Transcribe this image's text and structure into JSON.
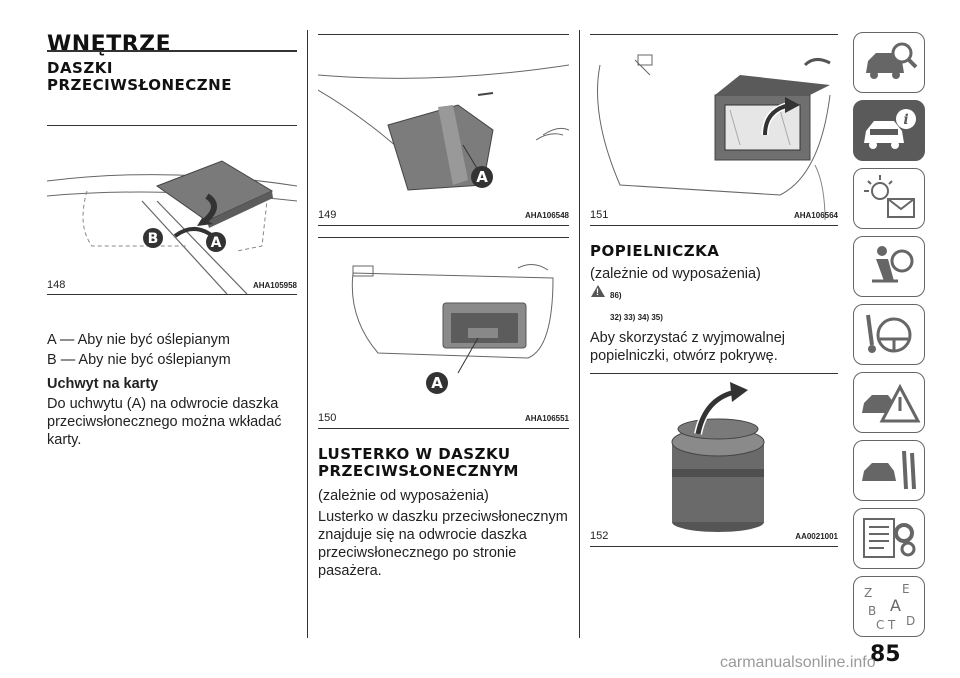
{
  "section_title": "WNĘTRZE",
  "col1": {
    "heading": "DASZKI PRZECIWSŁONECZNE",
    "fig": {
      "num": "148",
      "code": "AHA105958",
      "label_b": "B",
      "label_a": "A"
    },
    "line_a": "A — Aby nie być oślepianym",
    "line_b": "B — Aby nie być oślepianym",
    "subheading": "Uchwyt na karty",
    "para": [
      "Do uchwytu (A) na odwrocie daszka",
      "przeciwsłonecznego można wkładać",
      "karty."
    ]
  },
  "col2": {
    "fig1": {
      "num": "149",
      "code": "AHA106548",
      "label": "A"
    },
    "fig2": {
      "num": "150",
      "code": "AHA106551",
      "label": "A"
    },
    "heading_lines": [
      "LUSTERKO W DASZKU",
      "PRZECIWSŁONECZNYM"
    ],
    "note": "(zależnie od wyposażenia)",
    "para": [
      "Lusterko w daszku przeciwsłonecznym",
      "znajduje się na odwrocie daszka",
      "przeciwsłonecznego po stronie",
      "pasażera."
    ]
  },
  "col3": {
    "fig1": {
      "num": "151",
      "code": "AHA106564"
    },
    "heading": "POPIELNICZKA",
    "note": "(zależnie od wyposażenia)",
    "warn_ref": "86)",
    "refs": "32) 33) 34) 35)",
    "para": [
      "Aby skorzystać z wyjmowalnej",
      "popielniczki, otwórz pokrywę."
    ],
    "fig2": {
      "num": "152",
      "code": "AA0021001"
    }
  },
  "sidebar": {
    "tabs": [
      "car-search-icon",
      "car-info-icon",
      "light-message-icon",
      "airbag-person-icon",
      "steering-key-icon",
      "car-warning-triangle-icon",
      "car-tools-icon",
      "list-gear-icon",
      "alphabet-index-icon"
    ],
    "active_index": 1,
    "alphabet": [
      "Z",
      "E",
      "B",
      "A",
      "C",
      "T",
      "D"
    ]
  },
  "page_number": "85",
  "watermark": "carmanualsonline.info"
}
